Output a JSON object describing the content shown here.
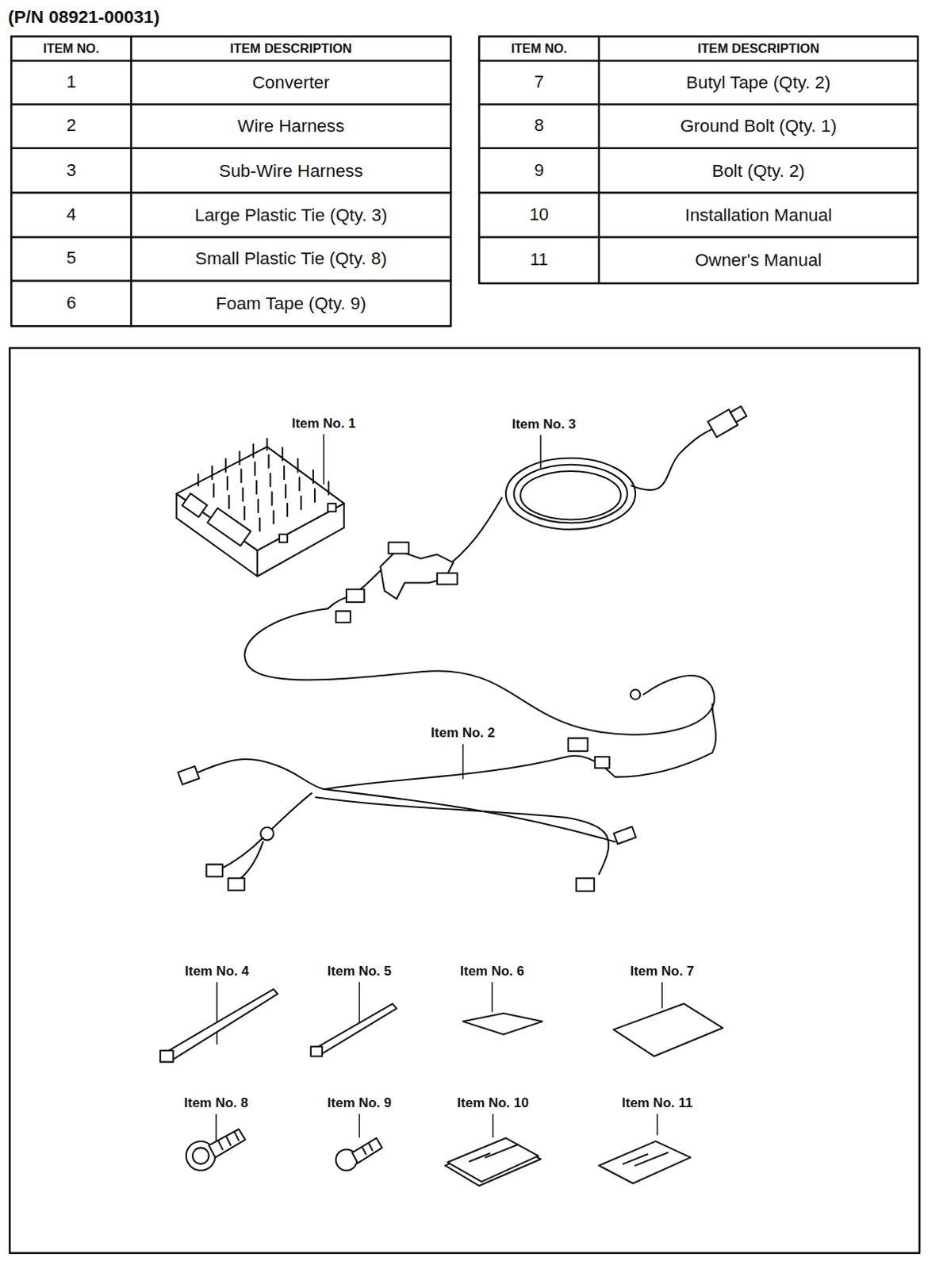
{
  "diagram": {
    "title": "(P/N 08921-00031)",
    "labels": [
      "ITEM NO.",
      "ITEM DESCRIPTION",
      "1",
      "Converter",
      "2",
      "Wire Harness",
      "3",
      "Sub-Wire Harness",
      "4",
      "Large Plastic Tie (Qty. 3)",
      "5",
      "Small Plastic Tie (Qty. 8)",
      "6",
      "Foam Tape (Qty. 9)",
      "ITEM NO.",
      "ITEM DESCRIPTION",
      "7",
      "Butyl Tape (Qty. 2)",
      "8",
      "Ground Bolt (Qty. 1)",
      "9",
      "Bolt (Qty. 2)",
      "10",
      "Installation Manual",
      "11",
      "Owner's Manual",
      "Item No. 1",
      "Item No. 3",
      "Item No. 2",
      "Item No. 4",
      "Item No. 5",
      "Item No. 6",
      "Item No. 7",
      "Item No. 8",
      "Item No. 9",
      "Item No. 10",
      "Item No. 11"
    ]
  }
}
